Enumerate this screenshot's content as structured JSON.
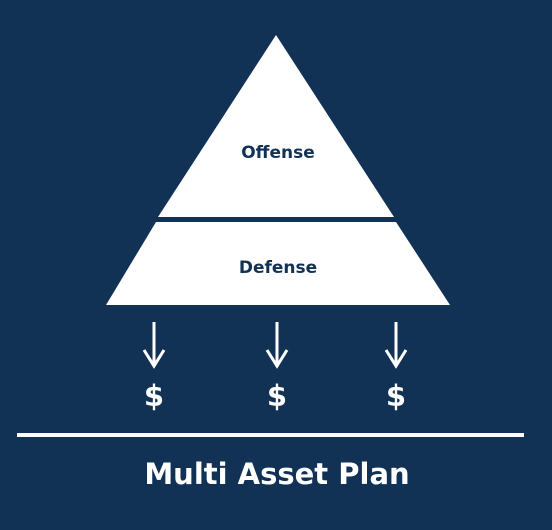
{
  "colors": {
    "background": "#113255",
    "foreground": "#ffffff",
    "tier_text": "#113255"
  },
  "pyramid": {
    "top_tier": {
      "label": "Offense"
    },
    "bottom_tier": {
      "label": "Defense"
    }
  },
  "flows": [
    {
      "icon": "arrow-down-icon",
      "symbol": "$"
    },
    {
      "icon": "arrow-down-icon",
      "symbol": "$"
    },
    {
      "icon": "arrow-down-icon",
      "symbol": "$"
    }
  ],
  "footer": {
    "title": "Multi Asset Plan"
  }
}
